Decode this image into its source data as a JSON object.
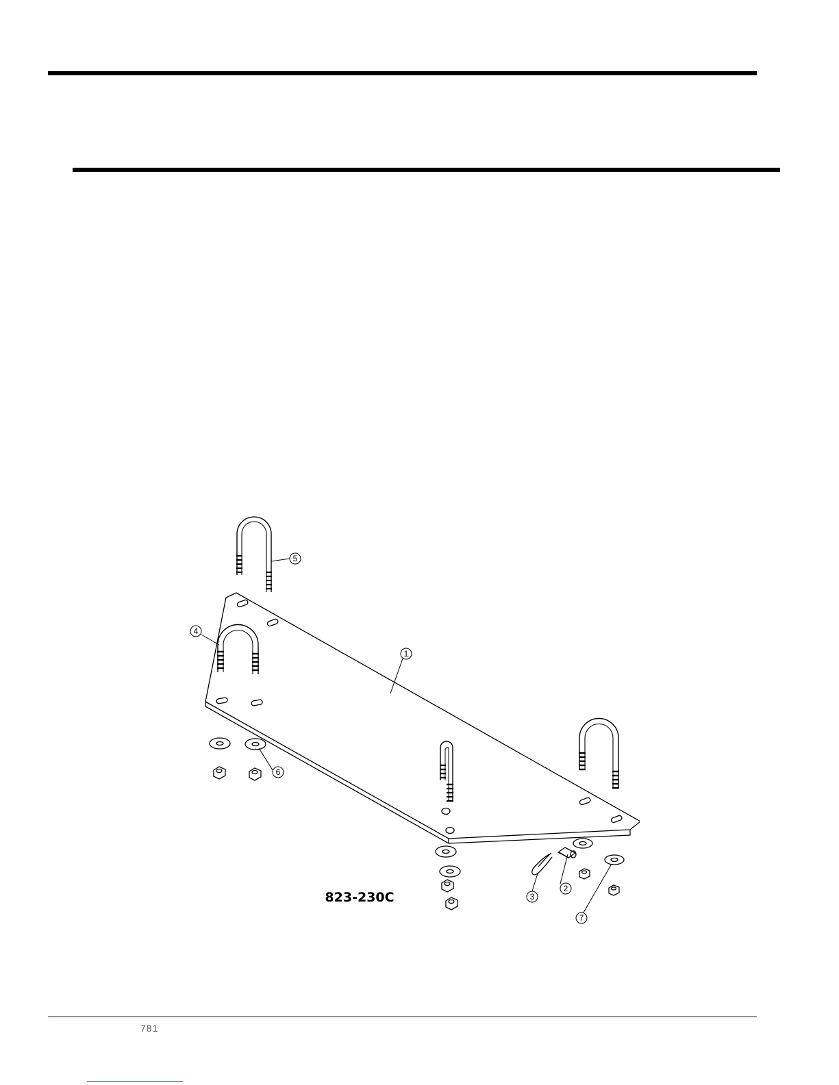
{
  "diagram": {
    "drawing_id": "823-230C",
    "callouts": [
      "1",
      "2",
      "3",
      "4",
      "5",
      "6",
      "7"
    ]
  },
  "footer": {
    "fragment": "781"
  },
  "colors": {
    "ink": "#000000",
    "link": "#3b4fd9"
  }
}
